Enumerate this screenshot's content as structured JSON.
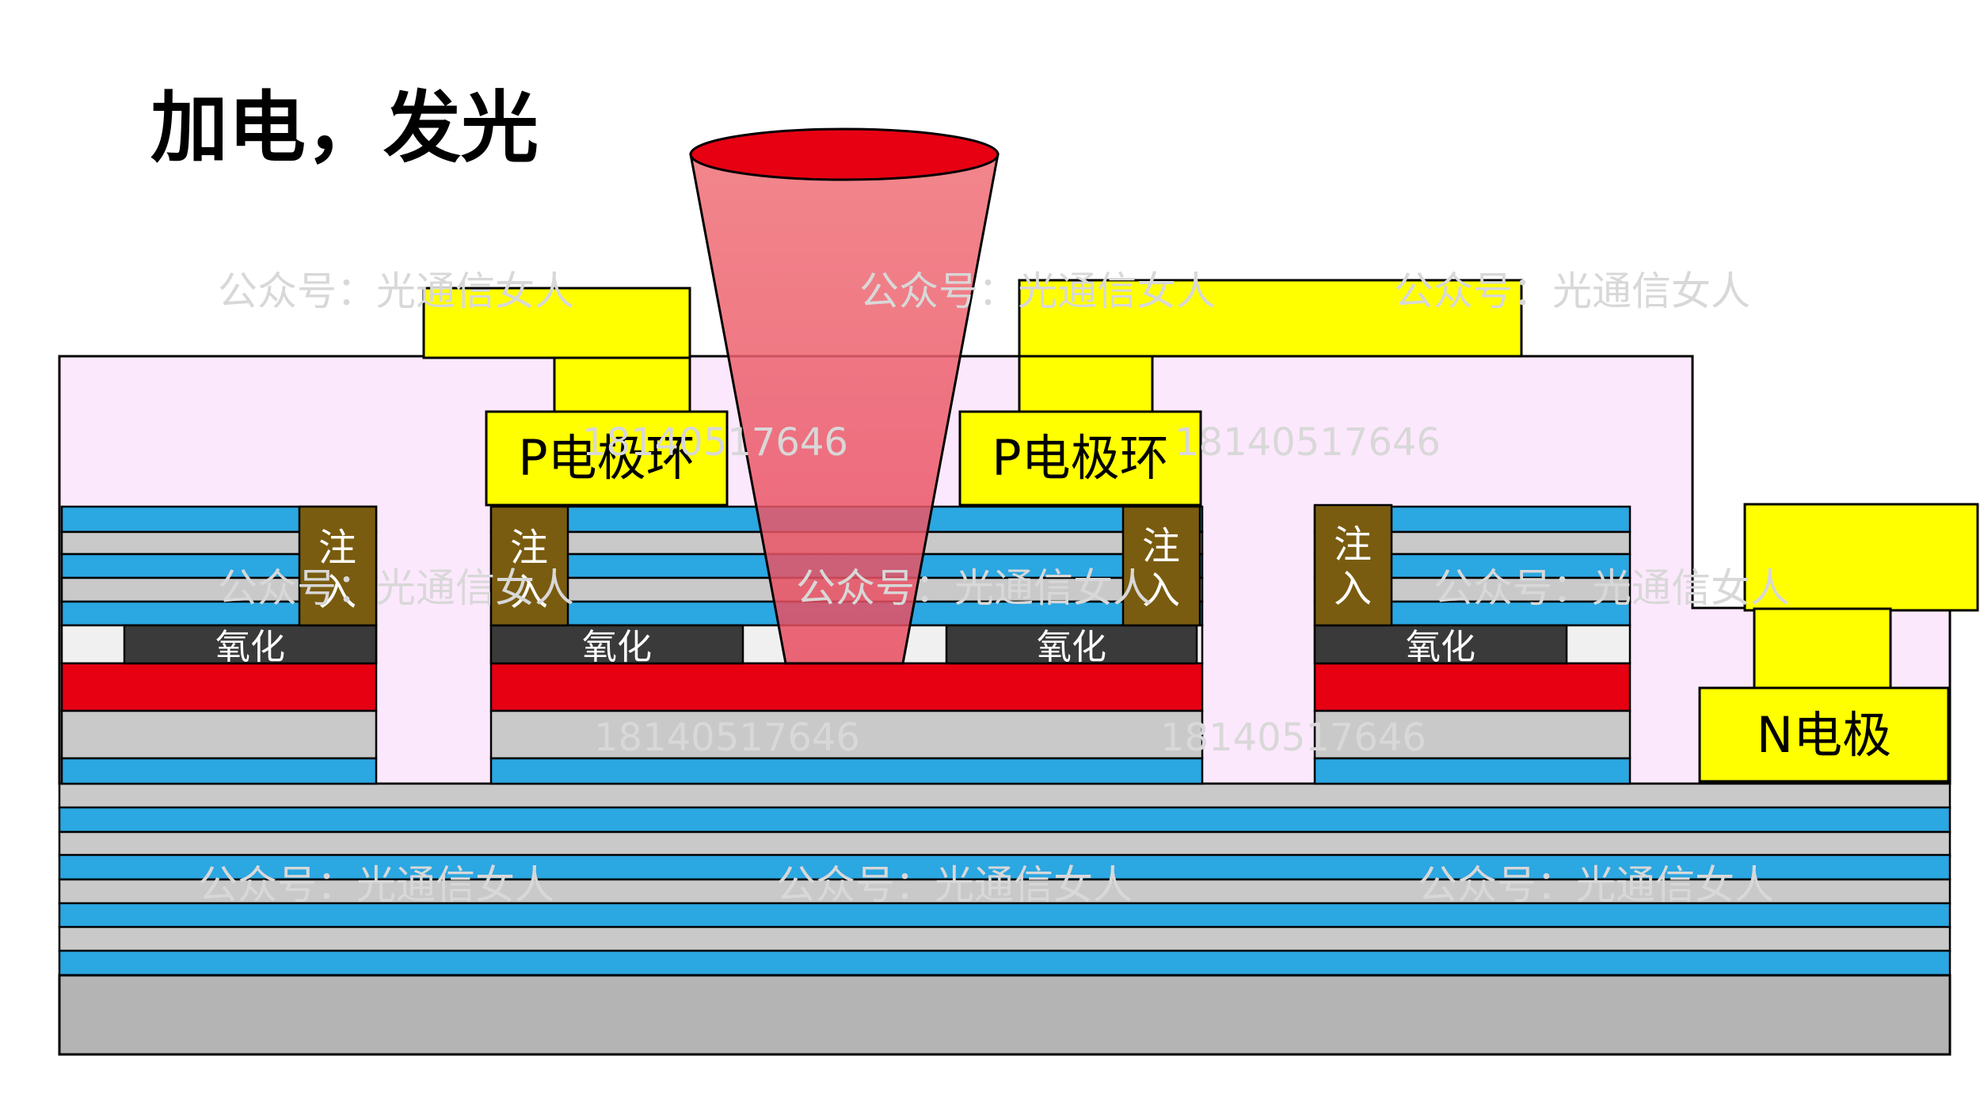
{
  "title": "加电，发光",
  "labels": {
    "p_electrode_ring": "P电极环",
    "n_electrode": "N电极",
    "oxidation": "氧化",
    "implant_top": "注",
    "implant_bottom": "入"
  },
  "watermarks": {
    "account": "公众号：光通信女人",
    "phone": "18140517646"
  },
  "colors": {
    "passivation": "#fce8fc",
    "mirror_high": "#2ba7e2",
    "mirror_low": "#c9c9c9",
    "active_region": "#e60012",
    "oxide": "#3a3a3a",
    "implant": "#7a5c10",
    "metal": "#ffff00",
    "substrate": "#b4b4b4",
    "beam": "#ee5a6a",
    "watermark": "#d8d8d8"
  }
}
